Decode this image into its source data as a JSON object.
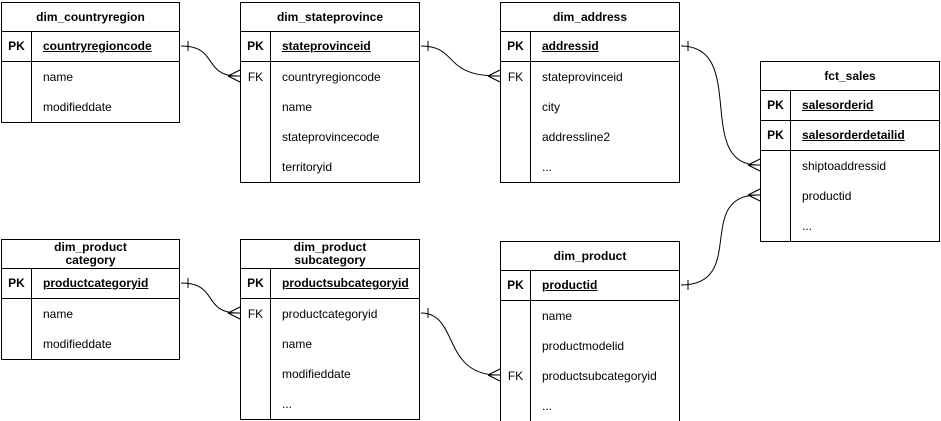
{
  "diagram": {
    "kind": "entity-relationship-diagram",
    "colors": {
      "line": "#000000",
      "background": "#ffffff",
      "table_background": "#ffffff",
      "text": "#000000"
    },
    "key_labels": {
      "primary": "PK",
      "foreign": "FK"
    },
    "tables": [
      {
        "id": "dim_countryregion",
        "title_lines": [
          "dim_countryregion"
        ],
        "rows": [
          {
            "key": "PK",
            "label": "countryregioncode",
            "pk": true
          },
          {
            "key": "",
            "label": "name",
            "pk": false
          },
          {
            "key": "",
            "label": "modifieddate",
            "pk": false
          }
        ]
      },
      {
        "id": "dim_stateprovince",
        "title_lines": [
          "dim_stateprovince"
        ],
        "rows": [
          {
            "key": "PK",
            "label": "stateprovinceid",
            "pk": true
          },
          {
            "key": "FK",
            "label": "countryregioncode",
            "pk": false
          },
          {
            "key": "",
            "label": "name",
            "pk": false
          },
          {
            "key": "",
            "label": "stateprovincecode",
            "pk": false
          },
          {
            "key": "",
            "label": "territoryid",
            "pk": false
          }
        ]
      },
      {
        "id": "dim_address",
        "title_lines": [
          "dim_address"
        ],
        "rows": [
          {
            "key": "PK",
            "label": "addressid",
            "pk": true
          },
          {
            "key": "FK",
            "label": "stateprovinceid",
            "pk": false
          },
          {
            "key": "",
            "label": "city",
            "pk": false
          },
          {
            "key": "",
            "label": "addressline2",
            "pk": false
          },
          {
            "key": "",
            "label": "...",
            "pk": false
          }
        ]
      },
      {
        "id": "fct_sales",
        "title_lines": [
          "fct_sales"
        ],
        "rows": [
          {
            "key": "PK",
            "label": "salesorderid",
            "pk": true
          },
          {
            "key": "PK",
            "label": "salesorderdetailid",
            "pk": true
          },
          {
            "key": "",
            "label": "shiptoaddressid",
            "pk": false
          },
          {
            "key": "",
            "label": "productid",
            "pk": false
          },
          {
            "key": "",
            "label": "...",
            "pk": false
          }
        ]
      },
      {
        "id": "dim_productcategory",
        "title_lines": [
          "dim_product",
          "category"
        ],
        "rows": [
          {
            "key": "PK",
            "label": "productcategoryid",
            "pk": true
          },
          {
            "key": "",
            "label": "name",
            "pk": false
          },
          {
            "key": "",
            "label": "modifieddate",
            "pk": false
          }
        ]
      },
      {
        "id": "dim_productsubcategory",
        "title_lines": [
          "dim_product",
          "subcategory"
        ],
        "rows": [
          {
            "key": "PK",
            "label": "productsubcategoryid",
            "pk": true
          },
          {
            "key": "FK",
            "label": "productcategoryid",
            "pk": false
          },
          {
            "key": "",
            "label": "name",
            "pk": false
          },
          {
            "key": "",
            "label": "modifieddate",
            "pk": false
          },
          {
            "key": "",
            "label": "...",
            "pk": false
          }
        ]
      },
      {
        "id": "dim_product",
        "title_lines": [
          "dim_product"
        ],
        "rows": [
          {
            "key": "PK",
            "label": "productid",
            "pk": true
          },
          {
            "key": "",
            "label": "name",
            "pk": false
          },
          {
            "key": "",
            "label": "productmodelid",
            "pk": false
          },
          {
            "key": "FK",
            "label": "productsubcategoryid",
            "pk": false
          },
          {
            "key": "",
            "label": "...",
            "pk": false
          }
        ]
      }
    ],
    "relations": [
      {
        "id": "countryregion-stateprovince",
        "from": "dim_countryregion.countryregioncode",
        "to": "dim_stateprovince.countryregioncode",
        "from_cardinality": "one",
        "to_cardinality": "many"
      },
      {
        "id": "stateprovince-address",
        "from": "dim_stateprovince.stateprovinceid",
        "to": "dim_address.stateprovinceid",
        "from_cardinality": "one",
        "to_cardinality": "many"
      },
      {
        "id": "address-sales",
        "from": "dim_address.addressid",
        "to": "fct_sales.shiptoaddressid",
        "from_cardinality": "one",
        "to_cardinality": "many"
      },
      {
        "id": "product-sales",
        "from": "dim_product.productid",
        "to": "fct_sales.productid",
        "from_cardinality": "one",
        "to_cardinality": "many"
      },
      {
        "id": "category-subcategory",
        "from": "dim_productcategory.productcategoryid",
        "to": "dim_productsubcategory.productcategoryid",
        "from_cardinality": "one",
        "to_cardinality": "many"
      },
      {
        "id": "subcategory-product",
        "from": "dim_productsubcategory.productsubcategoryid",
        "to": "dim_product.productsubcategoryid",
        "from_cardinality": "one",
        "to_cardinality": "many"
      }
    ]
  }
}
